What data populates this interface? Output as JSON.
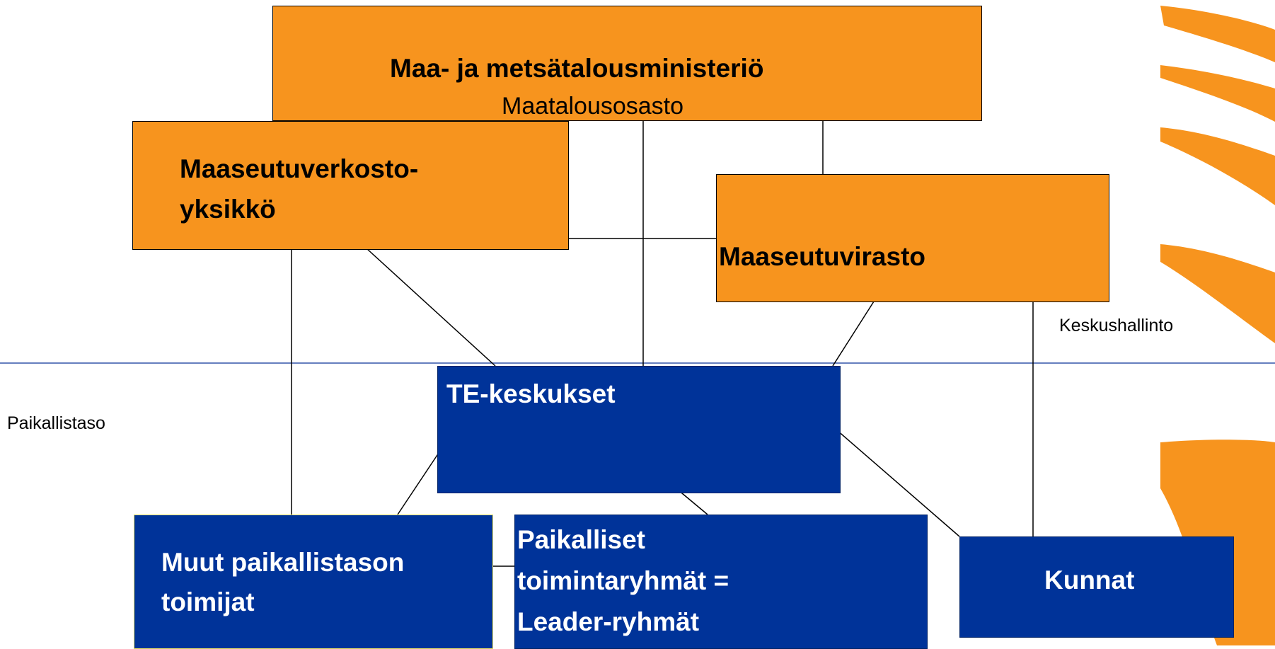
{
  "nodes": {
    "ministry": {
      "title": "Maa- ja metsätalousministeriö",
      "subtitle": "Maatalousosasto"
    },
    "network_unit": {
      "line1": "Maaseutuverkosto-",
      "line2": "yksikkö"
    },
    "agency": {
      "title": "Maaseutuvirasto"
    },
    "te_centres": {
      "title": "TE-keskukset"
    },
    "other_actors": {
      "line1": "Muut paikallistason",
      "line2": "toimijat"
    },
    "local_groups": {
      "line1": "Paikalliset",
      "line2": "toimintaryhmät =",
      "line3": "Leader-ryhmät"
    },
    "municipalities": {
      "title": "Kunnat"
    }
  },
  "levels": {
    "central": "Keskushallinto",
    "local": "Paikallistaso"
  },
  "colors": {
    "central_level": "#f7941e",
    "local_level": "#003399",
    "divider": "#3355aa"
  }
}
